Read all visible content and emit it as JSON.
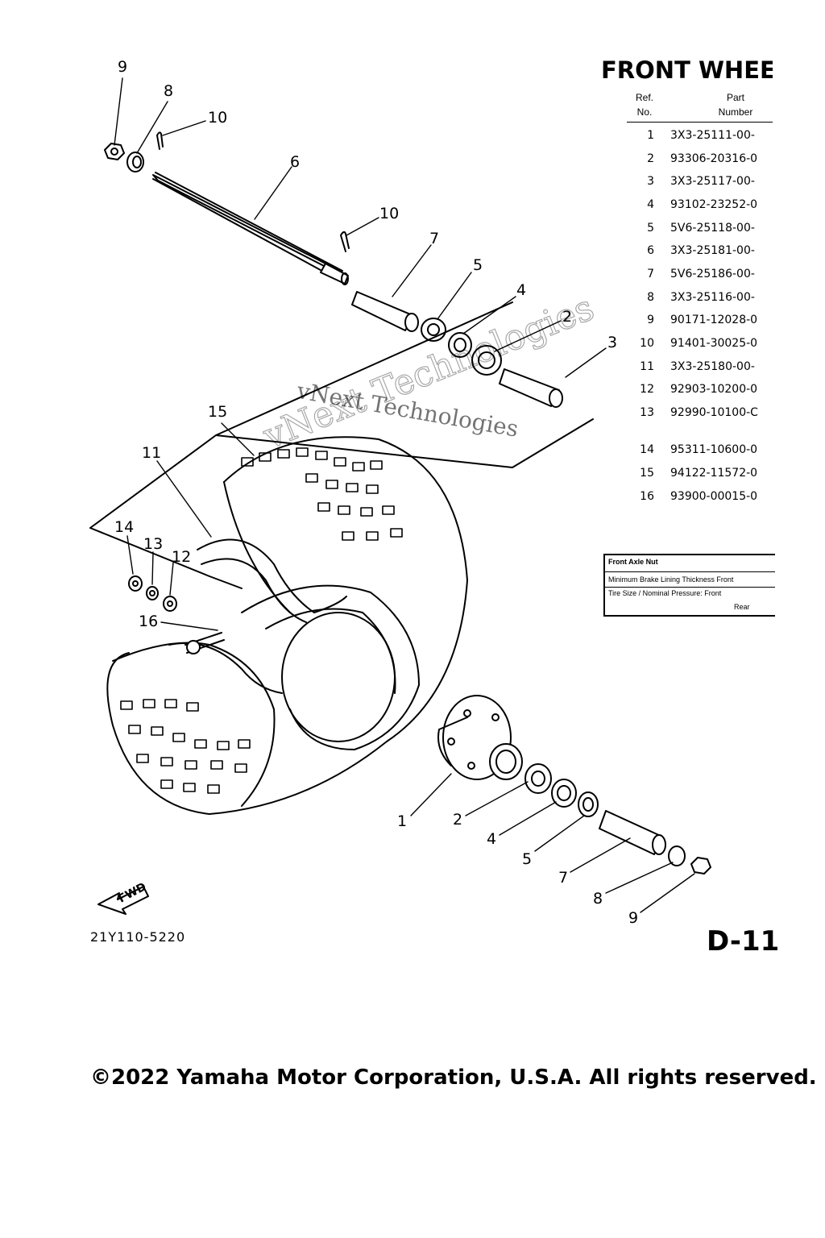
{
  "title": "FRONT WHEE",
  "table_header": {
    "ref": "Ref.",
    "no": "No.",
    "part": "Part",
    "number": "Number"
  },
  "parts": [
    {
      "ref": "1",
      "number": "3X3-25111-00-"
    },
    {
      "ref": "2",
      "number": "93306-20316-0"
    },
    {
      "ref": "3",
      "number": "3X3-25117-00-"
    },
    {
      "ref": "4",
      "number": "93102-23252-0"
    },
    {
      "ref": "5",
      "number": "5V6-25118-00-"
    },
    {
      "ref": "6",
      "number": "3X3-25181-00-"
    },
    {
      "ref": "7",
      "number": "5V6-25186-00-"
    },
    {
      "ref": "8",
      "number": "3X3-25116-00-"
    },
    {
      "ref": "9",
      "number": "90171-12028-0"
    },
    {
      "ref": "10",
      "number": "91401-30025-0"
    },
    {
      "ref": "11",
      "number": "3X3-25180-00-"
    },
    {
      "ref": "12",
      "number": "92903-10200-0"
    },
    {
      "ref": "13",
      "number": "92990-10100-C"
    },
    {
      "ref": "14",
      "number": "95311-10600-0"
    },
    {
      "ref": "15",
      "number": "94122-11572-0"
    },
    {
      "ref": "16",
      "number": "93900-00015-0"
    }
  ],
  "spec_box": {
    "axle_nut": "Front Axle Nut",
    "brake": "Minimum Brake Lining Thickness Front",
    "tire": "Tire Size / Nominal Pressure: Front",
    "rear": "Rear"
  },
  "callouts": [
    "9",
    "8",
    "10",
    "6",
    "10",
    "7",
    "5",
    "4",
    "2",
    "3",
    "15",
    "11",
    "14",
    "13",
    "12",
    "16",
    "1",
    "2",
    "4",
    "5",
    "7",
    "8",
    "9"
  ],
  "fwd_label": "FWD",
  "drawing_code": "21Y110-5220",
  "page_code": "D-11",
  "watermark": "vNext Technologies",
  "copyright": "©2022 Yamaha Motor Corporation, U.S.A. All rights reserved."
}
